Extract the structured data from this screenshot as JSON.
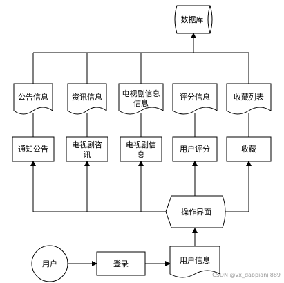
{
  "database": {
    "label": "数据库"
  },
  "documents": [
    {
      "label": "公告信息"
    },
    {
      "label": "资讯信息"
    },
    {
      "label": "电视剧信息",
      "label2": "信息"
    },
    {
      "label": "评分信息"
    },
    {
      "label": "收藏列表"
    }
  ],
  "processes": [
    {
      "label": "通知公告"
    },
    {
      "label": "电视剧咨",
      "label2": "讯"
    },
    {
      "label": "电视剧信",
      "label2": "息"
    },
    {
      "label": "用户评分"
    },
    {
      "label": "收藏"
    }
  ],
  "operation_screen": {
    "label": "操作界面"
  },
  "user": {
    "label": "用户"
  },
  "login": {
    "label": "登录"
  },
  "user_info": {
    "label": "用户信息"
  },
  "watermark": "CSDN @vx_dabpianji889"
}
